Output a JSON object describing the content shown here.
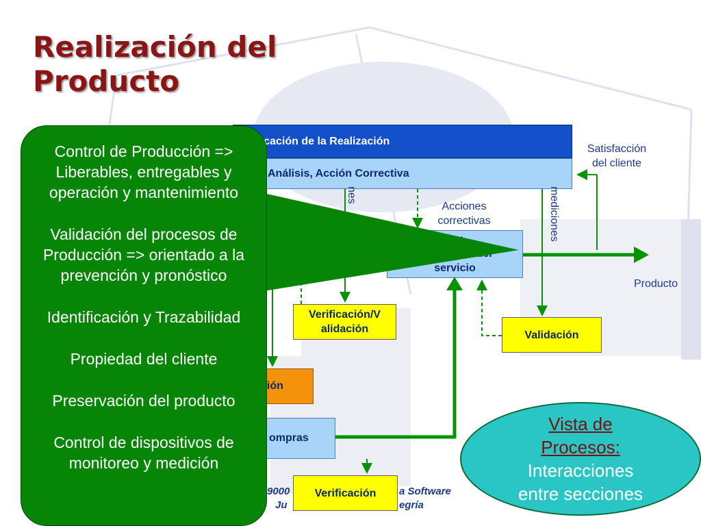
{
  "slide": {
    "title_line1": "Realización del",
    "title_line2": "Producto"
  },
  "diagram": {
    "top_box_label": "ificación de la Realización",
    "analysis_box_label": "Análisis, Acción Correctiva",
    "satisfaction_label_line1": "Satisfacción",
    "satisfaction_label_line2": "del cliente",
    "acciones_label_line1": "Acciones",
    "acciones_label_line2": "correctivas",
    "mediciones_label": "mediciones",
    "partial_vertical_label": "nes",
    "production_box_line1": "n y",
    "production_box_line2": "prestación del",
    "production_box_line3": "servicio",
    "producto_label": "Producto",
    "verif_valid_line1": "Verificación/V",
    "verif_valid_line2": "alidación",
    "validacion_label": "Validación",
    "revision_label": "sión",
    "compras_label": "ompras",
    "verificacion_label": "Verificación",
    "footer_left_line1": "9000",
    "footer_left_line2": "Ju",
    "footer_right_line1": "a Software",
    "footer_right_line2": "egría"
  },
  "callout": {
    "items": [
      "Control de Producción => Liberables, entregables y operación y mantenimiento",
      "Validación del procesos de Producción => orientado a la prevención y pronóstico",
      "Identificación y Trazabilidad",
      "Propiedad del cliente",
      "Preservación del producto",
      "Control de dispositivos de monitoreo y medición"
    ]
  },
  "ellipse": {
    "highlight_line1": "Vista de",
    "highlight_line2": "Procesos:",
    "text_line1": "Interacciones",
    "text_line2": "entre secciones"
  },
  "colors": {
    "title": "#8a1515",
    "callout_green": "#068506",
    "arrow_green": "#069406",
    "blue_box": "#1150c8",
    "light_blue_box": "#a8d4fa",
    "yellow_box": "#ffff00",
    "orange_box": "#f4920c",
    "ellipse": "#2ac6c6"
  }
}
